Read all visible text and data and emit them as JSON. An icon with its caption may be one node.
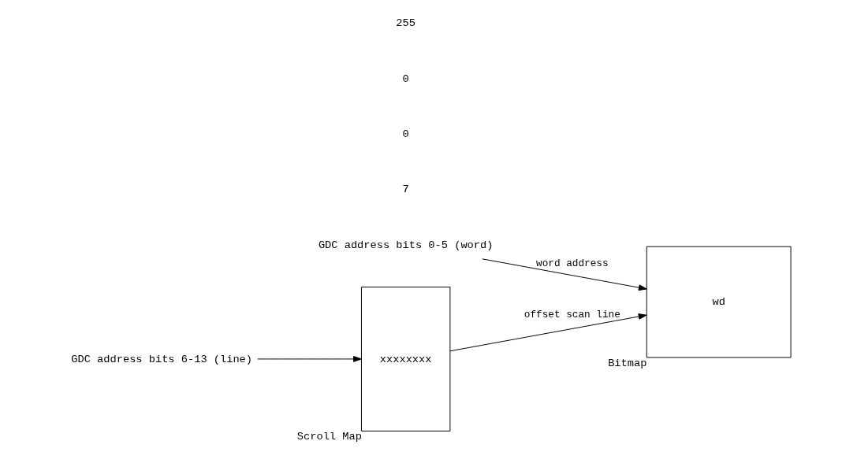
{
  "diagram": {
    "nodes": [
      {
        "text": [
          "GDC address bits 0-5 (word)"
        ]
      },
      {
        "text": [
          "xxxxxxxx"
        ],
        "beside": [
          "Scroll Map"
        ]
      },
      {
        "text": [
          "wd"
        ],
        "beside": [
          "Bitmap"
        ]
      },
      {
        "text": [
          "GDC address bits 6-13 (line)"
        ]
      }
    ],
    "edges": [
      {
        "from": 0,
        "to": 2,
        "arrow": "to",
        "label": "word address"
      },
      {
        "from": 3,
        "to": 1,
        "arrow": "to"
      },
      {
        "from": 1,
        "to": 2,
        "arrow": "to",
        "label": "offset scan line"
      }
    ],
    "labels": [
      "7",
      "0",
      "0",
      "255"
    ]
  }
}
